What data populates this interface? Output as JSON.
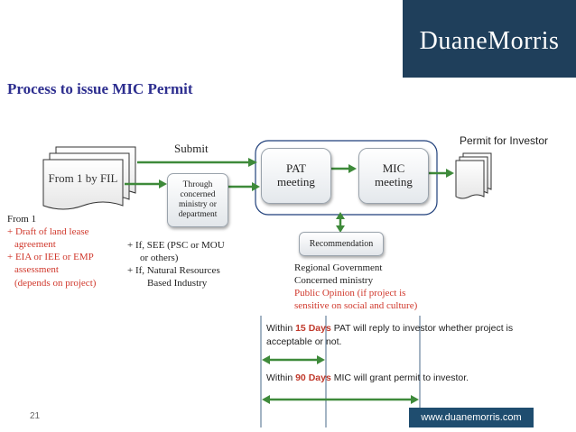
{
  "header": {
    "logo_text": "DuaneMorris",
    "logo_color": "#1f3f5b"
  },
  "title": "Process to issue MIC Permit",
  "nodes": {
    "doc_from1": "From 1 by FIL",
    "submit": "Submit",
    "through": [
      "Through",
      "concerned",
      "ministry or",
      "department"
    ],
    "pat": [
      "PAT",
      "meeting"
    ],
    "mic": [
      "MIC",
      "meeting"
    ],
    "permit": "Permit for Investor",
    "recommendation": "Recommendation"
  },
  "left_notes": {
    "heading": "From 1",
    "items": [
      "+ Draft of land lease",
      "agreement",
      "+ EIA or IEE or EMP",
      "assessment",
      "(depends on project)"
    ]
  },
  "middle_notes": [
    "+ If, SEE (PSC or MOU",
    "or others)",
    "+ If, Natural Resources",
    "Based Industry"
  ],
  "regional_notes": {
    "dark": [
      "Regional Government",
      "Concerned ministry"
    ],
    "red": [
      "Public Opinion (if project is",
      "sensitive on social and culture)"
    ]
  },
  "timeline": {
    "line1_prefix": "Within ",
    "line1_days": "15 Days",
    "line1_rest": " PAT will reply to investor  whether  project is",
    "line1_cont": "acceptable or not.",
    "line2_prefix": "Within ",
    "line2_days": "90 Days",
    "line2_rest": " MIC will grant permit to investor.",
    "days_color": "#c0392b"
  },
  "footer": {
    "page_number": "21",
    "url": "www.duanemorris.com"
  },
  "colors": {
    "arrow_green": "#3e8a3a",
    "title_blue": "#2d2e8f",
    "group_border": "#1f3f7a",
    "note_red": "#d0382c"
  }
}
